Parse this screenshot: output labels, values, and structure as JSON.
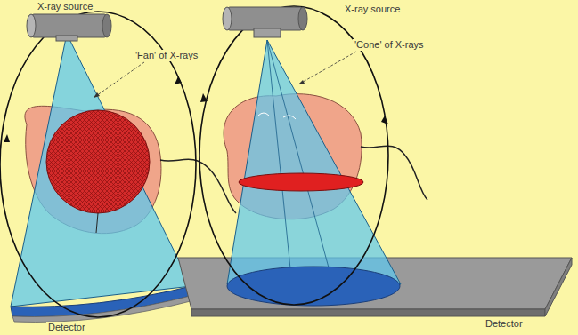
{
  "diagram": {
    "labels": [
      "X-ray source",
      "'Fan' of X-rays",
      "Detector",
      "X-ray source",
      "'Cone' of X-rays",
      "Detector"
    ]
  }
}
